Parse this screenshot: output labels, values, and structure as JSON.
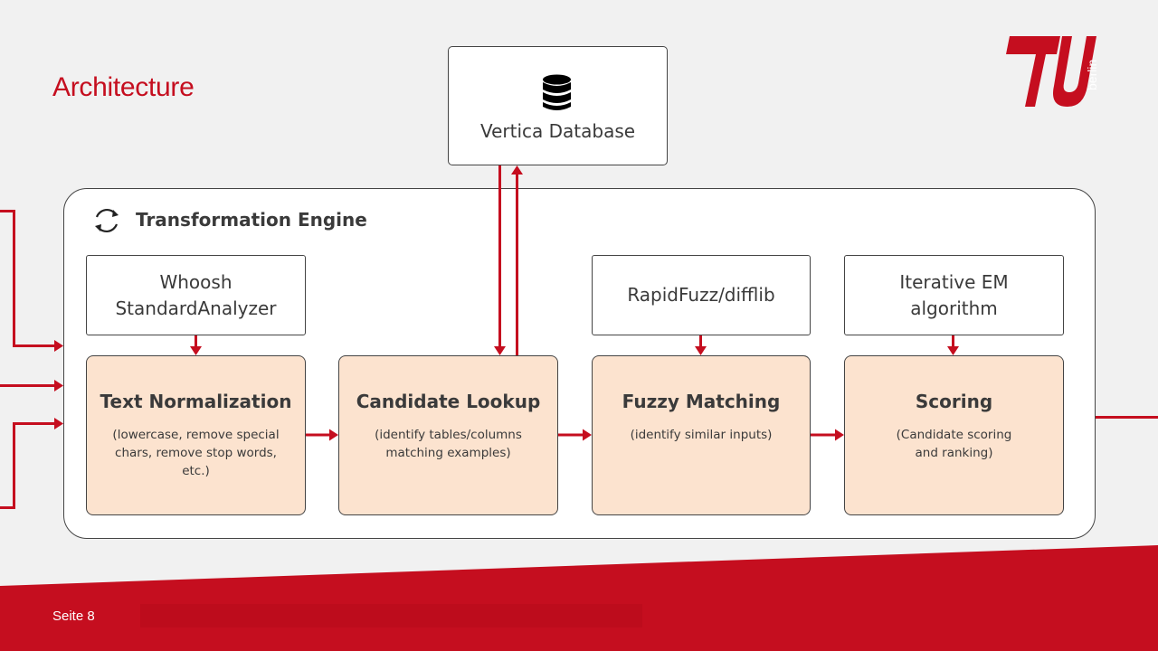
{
  "slide": {
    "title": "Architecture",
    "footer": "Seite 8"
  },
  "logo": {
    "text": "berlin",
    "color": "#c50e1f"
  },
  "database": {
    "label": "Vertica Database",
    "icon": "database-icon"
  },
  "engine": {
    "title": "Transformation Engine",
    "icon": "refresh-icon"
  },
  "libraries": [
    {
      "label": "Whoosh StandardAnalyzer"
    },
    {
      "label": "RapidFuzz/difflib"
    },
    {
      "label": "Iterative EM algorithm"
    }
  ],
  "stages": [
    {
      "title": "Text Normalization",
      "desc": "(lowercase, remove special chars, remove stop words, etc.)"
    },
    {
      "title": "Candidate Lookup",
      "desc": "(identify tables/columns matching examples)"
    },
    {
      "title": "Fuzzy Matching",
      "desc": "(identify similar inputs)"
    },
    {
      "title": "Scoring",
      "desc": "(Candidate scoring and ranking)"
    }
  ],
  "colors": {
    "accent": "#c50e1f",
    "stage_fill": "#fce3cf",
    "background": "#f1f1f1"
  }
}
